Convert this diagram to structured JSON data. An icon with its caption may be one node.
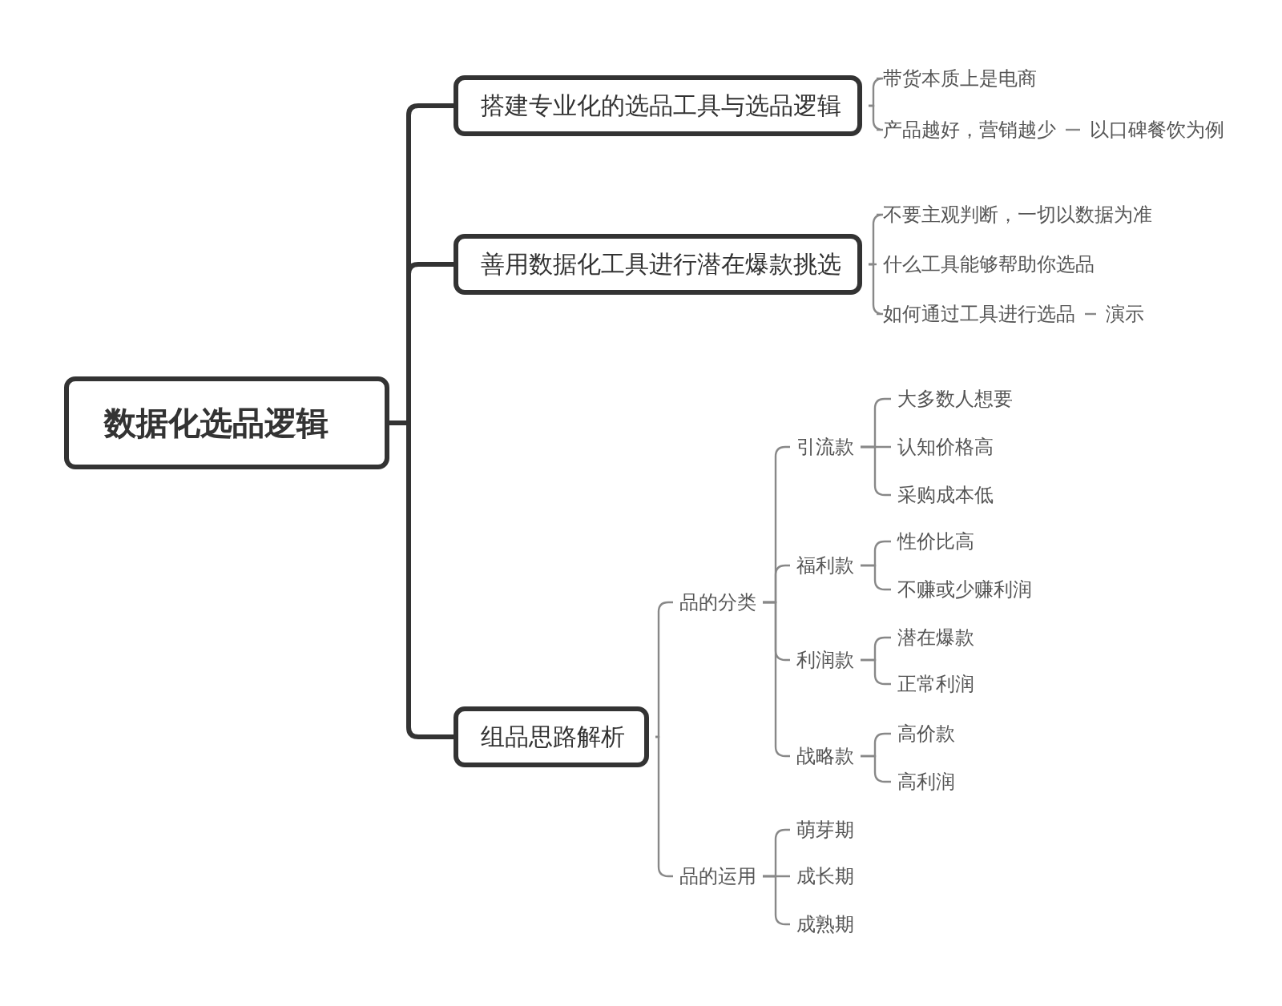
{
  "diagram": {
    "nodes": [
      {
        "text": [
          "数据化选品逻辑"
        ]
      },
      {
        "text": [
          "搭建专业化的选品工具与选品逻辑"
        ]
      },
      {
        "text": [
          "善用数据化工具进行潜在爆款挑选"
        ]
      },
      {
        "text": [
          "组品思路解析"
        ]
      },
      {
        "text": [
          "带货本质上是电商"
        ]
      },
      {
        "text": [
          "产品越好，营销越少"
        ]
      },
      {
        "text": [
          "以口碑餐饮为例"
        ]
      },
      {
        "text": [
          "不要主观判断，一切以数据为准"
        ]
      },
      {
        "text": [
          "什么工具能够帮助你选品"
        ]
      },
      {
        "text": [
          "如何通过工具进行选品"
        ]
      },
      {
        "text": [
          "演示"
        ]
      },
      {
        "text": [
          "品的分类"
        ]
      },
      {
        "text": [
          "品的运用"
        ]
      },
      {
        "text": [
          "引流款"
        ]
      },
      {
        "text": [
          "大多数人想要"
        ]
      },
      {
        "text": [
          "认知价格高"
        ]
      },
      {
        "text": [
          "采购成本低"
        ]
      },
      {
        "text": [
          "福利款"
        ]
      },
      {
        "text": [
          "性价比高"
        ]
      },
      {
        "text": [
          "不赚或少赚利润"
        ]
      },
      {
        "text": [
          "利润款"
        ]
      },
      {
        "text": [
          "潜在爆款"
        ]
      },
      {
        "text": [
          "正常利润"
        ]
      },
      {
        "text": [
          "战略款"
        ]
      },
      {
        "text": [
          "高价款"
        ]
      },
      {
        "text": [
          "高利润"
        ]
      },
      {
        "text": [
          "萌芽期"
        ]
      },
      {
        "text": [
          "成长期"
        ]
      },
      {
        "text": [
          "成熟期"
        ]
      }
    ],
    "edges": [
      {
        "from": 0,
        "to": 1,
        "arrow": "none",
        "style": "thick"
      },
      {
        "from": 0,
        "to": 2,
        "arrow": "none",
        "style": "thick"
      },
      {
        "from": 0,
        "to": 3,
        "arrow": "none",
        "style": "thick"
      },
      {
        "from": 1,
        "to": 4,
        "arrow": "none"
      },
      {
        "from": 1,
        "to": 5,
        "arrow": "none"
      },
      {
        "from": 5,
        "to": 6,
        "arrow": "none"
      },
      {
        "from": 2,
        "to": 7,
        "arrow": "none"
      },
      {
        "from": 2,
        "to": 8,
        "arrow": "none"
      },
      {
        "from": 2,
        "to": 9,
        "arrow": "none"
      },
      {
        "from": 9,
        "to": 10,
        "arrow": "none"
      },
      {
        "from": 3,
        "to": 11,
        "arrow": "none"
      },
      {
        "from": 3,
        "to": 12,
        "arrow": "none"
      },
      {
        "from": 11,
        "to": 13,
        "arrow": "none"
      },
      {
        "from": 13,
        "to": 14,
        "arrow": "none"
      },
      {
        "from": 13,
        "to": 15,
        "arrow": "none"
      },
      {
        "from": 13,
        "to": 16,
        "arrow": "none"
      },
      {
        "from": 11,
        "to": 17,
        "arrow": "none"
      },
      {
        "from": 17,
        "to": 18,
        "arrow": "none"
      },
      {
        "from": 17,
        "to": 19,
        "arrow": "none"
      },
      {
        "from": 11,
        "to": 20,
        "arrow": "none"
      },
      {
        "from": 20,
        "to": 21,
        "arrow": "none"
      },
      {
        "from": 20,
        "to": 22,
        "arrow": "none"
      },
      {
        "from": 11,
        "to": 23,
        "arrow": "none"
      },
      {
        "from": 23,
        "to": 24,
        "arrow": "none"
      },
      {
        "from": 23,
        "to": 25,
        "arrow": "none"
      },
      {
        "from": 12,
        "to": 26,
        "arrow": "none"
      },
      {
        "from": 12,
        "to": 27,
        "arrow": "none"
      },
      {
        "from": 12,
        "to": 28,
        "arrow": "none"
      }
    ]
  }
}
